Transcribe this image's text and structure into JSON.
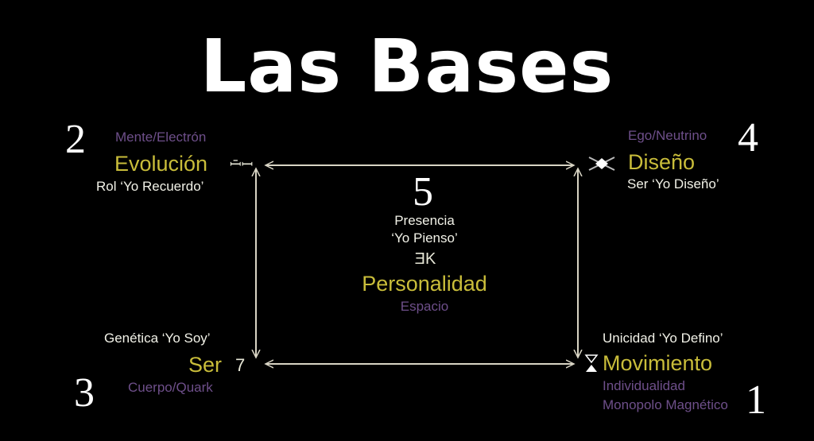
{
  "title": "Las Bases",
  "nodes": {
    "evolucion": {
      "number": "2",
      "sub": "Mente/Electrón",
      "name": "Evolución",
      "role": "Rol ‘Yo Recuerdo’",
      "symbol": "ꟷ̄ꟷ"
    },
    "diseno": {
      "number": "4",
      "sub": "Ego/Neutrino",
      "name": "Diseño",
      "role": "Ser ‘Yo Diseño’"
    },
    "personalidad": {
      "number": "5",
      "role": "Presencia",
      "role2": "‘Yo Pienso’",
      "name": "Personalidad",
      "sub": "Espacio",
      "symbol": "ƎK"
    },
    "ser": {
      "number": "3",
      "role": "Genética ‘Yo Soy’",
      "name": "Ser",
      "sub": "Cuerpo/Quark",
      "symbol": "7"
    },
    "movimiento": {
      "number": "1",
      "role": "Unicidad ‘Yo Defino’",
      "name": "Movimiento",
      "sub": "Individualidad",
      "sub2": "Monopolo Magnético"
    }
  },
  "colors": {
    "purple": "#6e4f8a",
    "yellow": "#c9bd3a",
    "white": "#f2f2e8"
  }
}
